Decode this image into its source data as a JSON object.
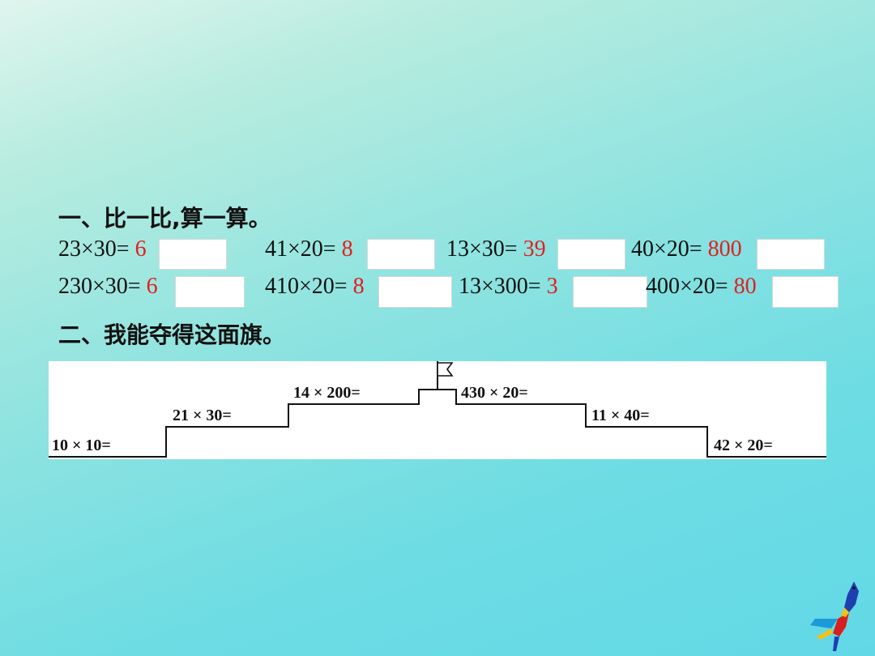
{
  "section1": {
    "title": "一、比一比,算一算。",
    "row1": [
      {
        "q": "23×30=",
        "a": "6"
      },
      {
        "q": "41×20=",
        "a": "8"
      },
      {
        "q": "13×30=",
        "a": "39"
      },
      {
        "q": "40×20=",
        "a": "800"
      }
    ],
    "row2": [
      {
        "q": "230×30=",
        "a": "6"
      },
      {
        "q": "410×20=",
        "a": "8"
      },
      {
        "q": "13×300=",
        "a": "3"
      },
      {
        "q": "400×20=",
        "a": "80"
      }
    ]
  },
  "section2": {
    "title": "二、我能夺得这面旗。",
    "steps": [
      "10 × 10=",
      "21 × 30=",
      "14 × 200=",
      "430 × 20=",
      "11 × 40=",
      "42 × 20="
    ]
  }
}
